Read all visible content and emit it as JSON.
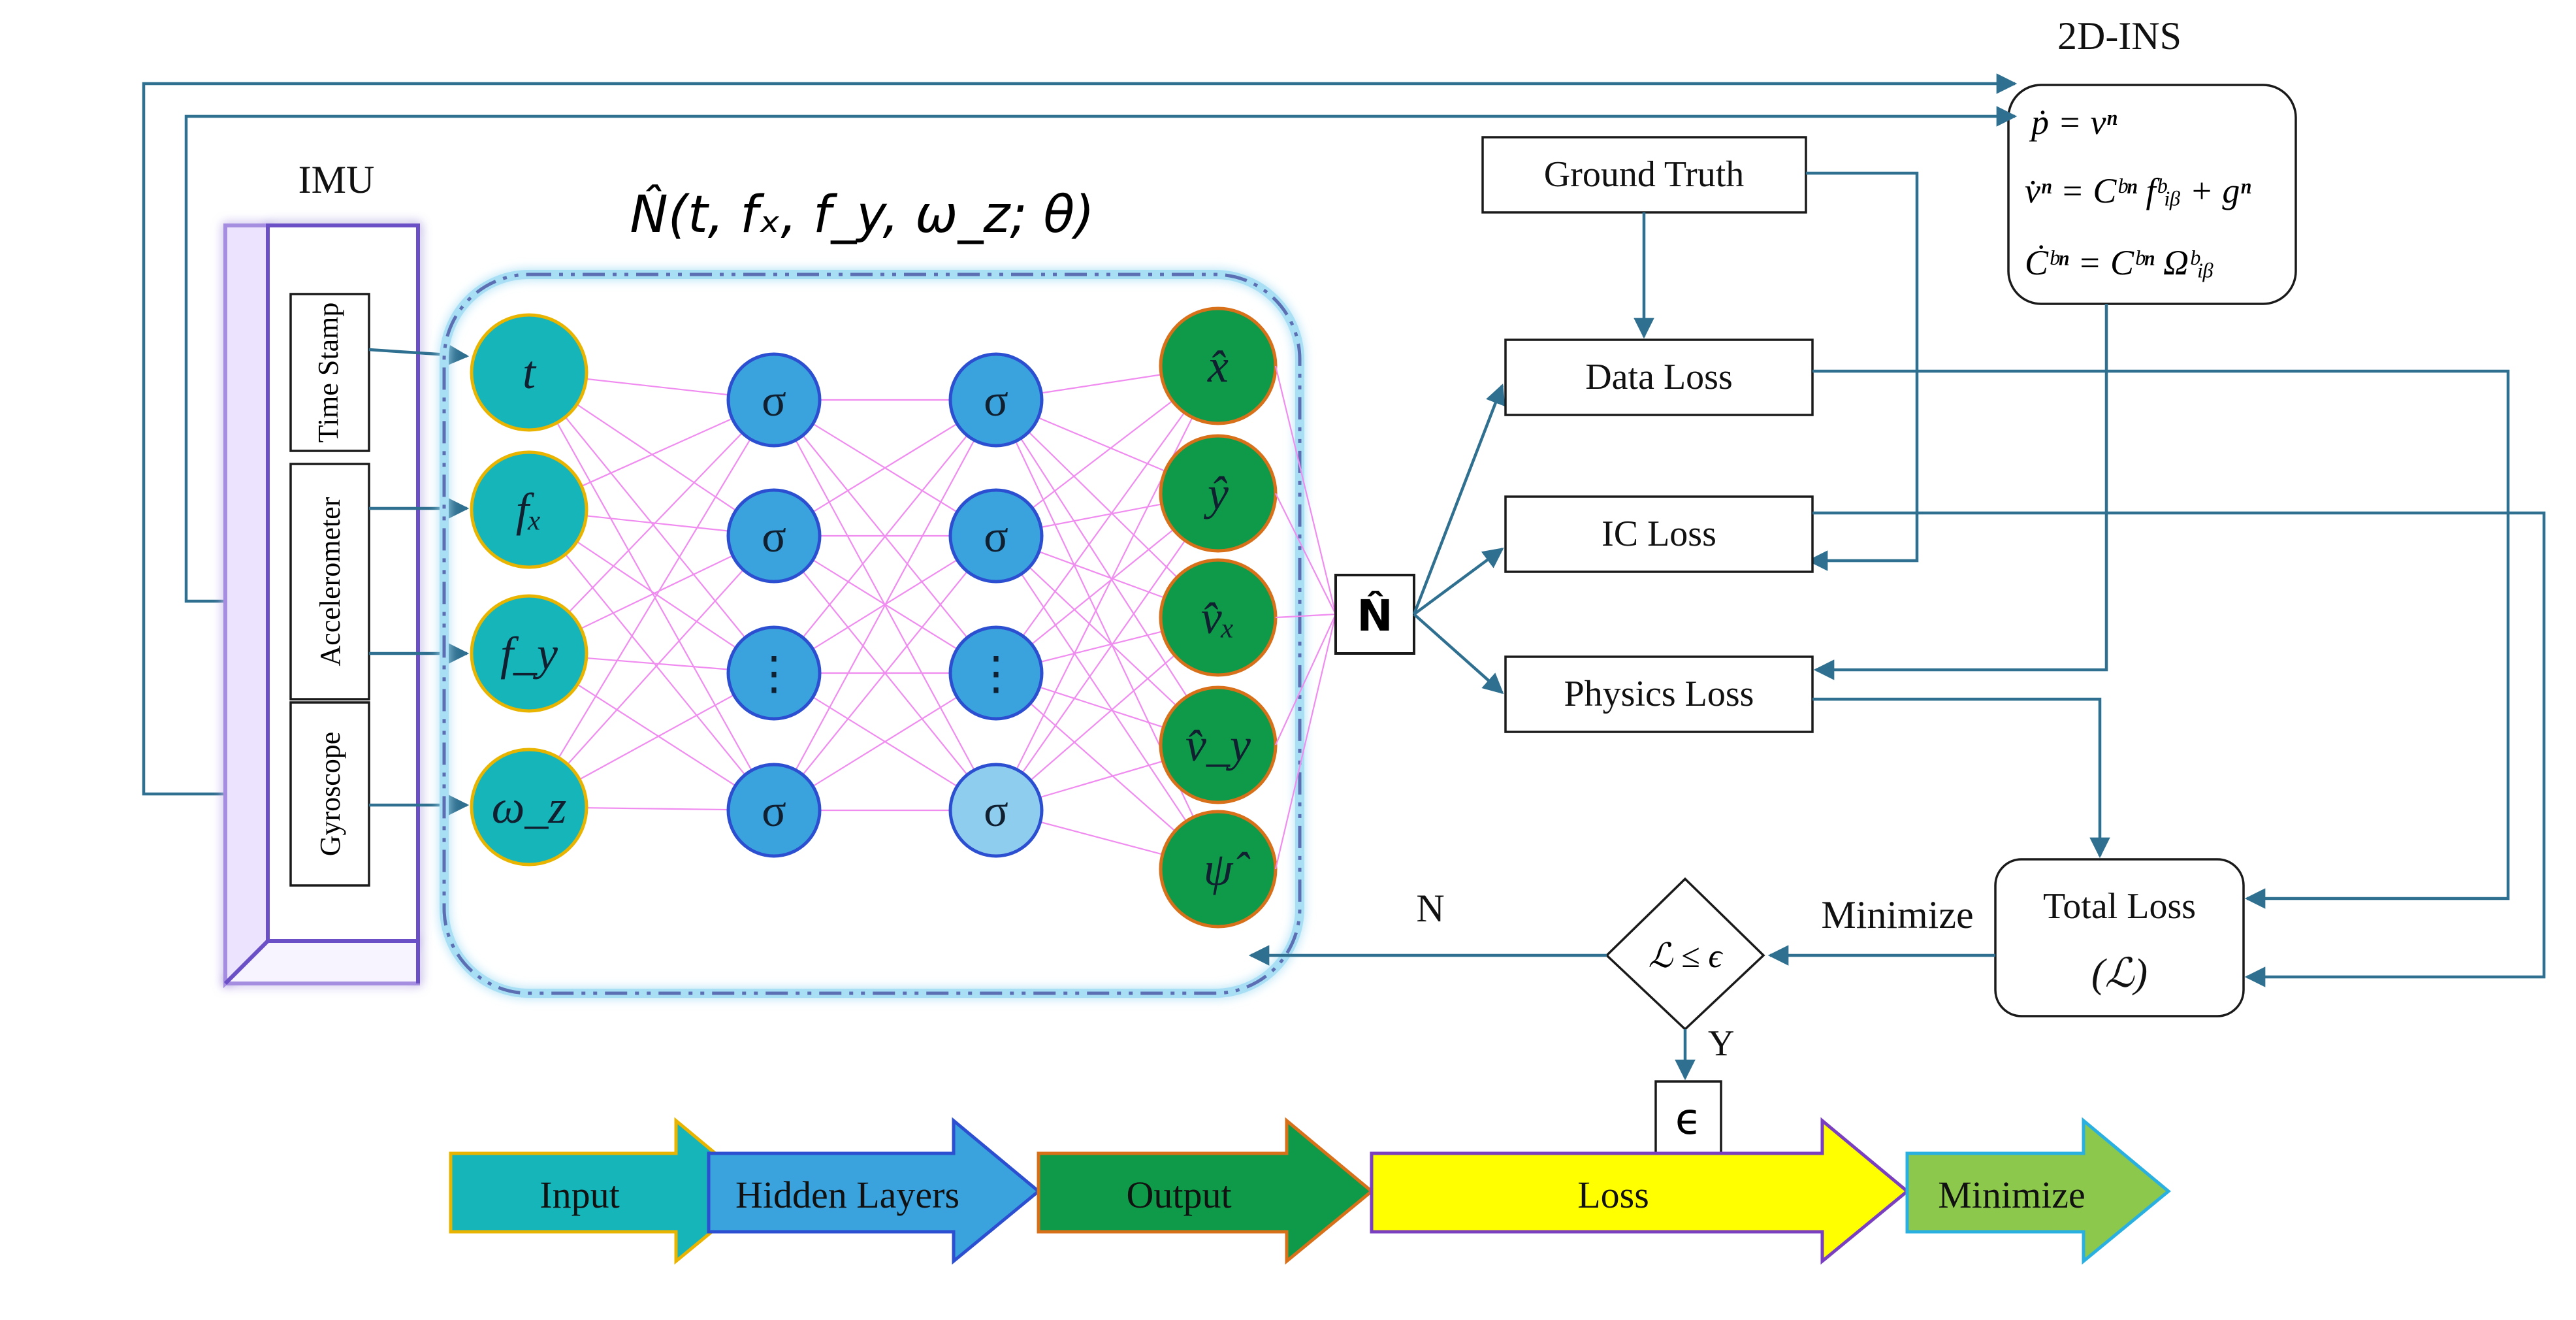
{
  "ins": {
    "title": "2D-INS",
    "eq1": "ṗ = vⁿ",
    "eq2": "v̇ⁿ = Cᵇⁿ fᵇᵢᵦ + gⁿ",
    "eq3": "Ċᵇⁿ = Cᵇⁿ Ωᵇᵢᵦ"
  },
  "imu": {
    "title": "IMU",
    "sensors": [
      "Time Stamp",
      "Accelerometer",
      "Gyroscope"
    ]
  },
  "network": {
    "title": "N̂(t, fₓ, f_y, ω_z; θ)",
    "inputs": [
      "t",
      "fₓ",
      "f_y",
      "ω_z"
    ],
    "hidden1": [
      "σ",
      "σ",
      "⋮",
      "σ"
    ],
    "hidden2": [
      "σ",
      "σ",
      "⋮",
      "σ"
    ],
    "outputs": [
      "x̂",
      "ŷ",
      "v̂ₓ",
      "v̂_y",
      "ψ̂"
    ],
    "output_symbol": "N̂"
  },
  "losses": {
    "ground_truth": "Ground Truth",
    "data": "Data Loss",
    "ic": "IC Loss",
    "physics": "Physics Loss",
    "total_line1": "Total Loss",
    "total_line2": "(ℒ)"
  },
  "decision": {
    "condition": "ℒ ≤ ϵ",
    "no": "N",
    "yes": "Y",
    "result": "ϵ",
    "minimize": "Minimize"
  },
  "legend": [
    {
      "label": "Input",
      "color": "#16b5b9"
    },
    {
      "label": "Hidden Layers",
      "color": "#3aa3dd"
    },
    {
      "label": "Output",
      "color": "#0e9a48"
    },
    {
      "label": "Loss",
      "color": "#ffff00"
    },
    {
      "label": "Minimize",
      "color": "#8cc84b"
    }
  ],
  "colors": {
    "input_node": "#16b5b9",
    "hidden_node": "#3aa3dd",
    "output_node": "#0e9a48",
    "edge": "#f08cf0",
    "flow_arrow": "#2f6f8f"
  }
}
